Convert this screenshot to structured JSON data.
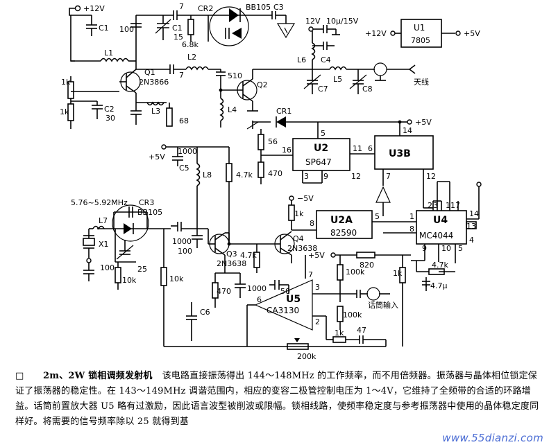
{
  "labels": {
    "plus12v_top": "+12V",
    "c1": "C1",
    "c_100": "100",
    "c_7_top": "7",
    "cr2": "CR2",
    "bb105_top": "BB105",
    "c3": "C3",
    "c1b": "C1",
    "c1b_val": "15",
    "r_68k": "6.8k",
    "l1": "L1",
    "q1": "Q1",
    "q1_type": "2N3866",
    "l2": "L2",
    "c_7_mid": "7",
    "r_1k_a": "1k",
    "r_1k_b": "1k",
    "c2": "C2",
    "c2_val": "30",
    "l3": "L3",
    "r_68": "68",
    "c_510": "510",
    "q2": "Q2",
    "l4": "L4",
    "v12": "12V",
    "cap_10u": "10μ/15V",
    "l6": "L6",
    "c4": "C4",
    "l5": "L5",
    "c7": "C7",
    "c8": "C8",
    "antenna": "天线",
    "plus12v_u1": "+12V",
    "u1": "U1",
    "u1_type": "7805",
    "plus5v_u1": "+5V",
    "cr1": "CR1",
    "plus5v_u2": "+5V",
    "r_56": "56",
    "r_470_a": "470",
    "u2": "U2",
    "u2_type": "SP647",
    "u3b": "U3B",
    "pin_5": "5",
    "pin_16": "16",
    "pin_11": "11",
    "pin_6": "6",
    "pin_14": "14",
    "pin_3": "3",
    "pin_9": "9",
    "pin_12": "12",
    "pin_7": "7",
    "pin_12b": "12",
    "plus5v_c5": "+5V",
    "c_1000_a": "1000",
    "c5": "C5",
    "l8": "L8",
    "r_47k_a": "4.7k",
    "minus5v": "−5V",
    "r_1k_c": "1k",
    "freq_range": "5.76~5.92MHz",
    "cr3": "CR3",
    "bb105_mid": "BB105",
    "l7": "L7",
    "x1": "X1",
    "c_100_b": "100",
    "c_25": "25",
    "r_10k_a": "10k",
    "c_1000_b": "1000",
    "c_100_c": "100",
    "r_10k_b": "10k",
    "q3": "Q3",
    "q3_type": "2N3638",
    "r_47k_b": "4.7k",
    "q4": "Q4",
    "q4_type": "2N3638",
    "u2a": "U2A",
    "u2a_type": "82590",
    "pin_8a": "8",
    "pin_5b": "5",
    "pin_1": "1",
    "pin_8b": "8",
    "u4": "U4",
    "u4_type": "MC4044",
    "pin_2": "2",
    "pin_3b": "3",
    "pin_11b": "11",
    "pin_7b": "7",
    "pin_14b": "14",
    "pin_13": "13",
    "pin_4": "4",
    "pin_9b": "9",
    "pin_10": "10",
    "pin_5c": "5",
    "plus5v_u5": "+5V",
    "r_820": "820",
    "r_1k_d": "1k",
    "r_47k_c": "4.7k",
    "c_47u": "4.7μ",
    "r_470_b": "470",
    "c_1000_c": "1000",
    "c_50": "50",
    "r_100k_a": "100k",
    "r_100k_b": "100k",
    "pin_7c": "7",
    "pin_3c": "3",
    "pin_6c": "6",
    "pin_2c": "2",
    "u5": "U5",
    "u5_type": "CA3130",
    "mic_in": "话筒输入",
    "c6": "C6",
    "r_1k_e": "1k",
    "c_47": "47",
    "r_200k": "200k"
  },
  "caption": {
    "lead": "□",
    "title": "2m、2W 锁相调频发射机",
    "body": "该电路直接振荡得出 144～148MHz 的工作频率，而不用倍频器。振荡器与晶体相位锁定保证了振荡器的稳定性。在 143～149MHz 调谐范围内，相应的变容二极管控制电压为 1～4V，它维持了全频带的合适的环路增益。话筒前置放大器 U5 略有过激励，因此语言波型被削波或限幅。锁相线路，使频率稳定度与参考振荡器中使用的晶体稳定度同样好。将需要的信号频率除以 25 就得到基"
  },
  "watermark": "www.55dianzi.com"
}
